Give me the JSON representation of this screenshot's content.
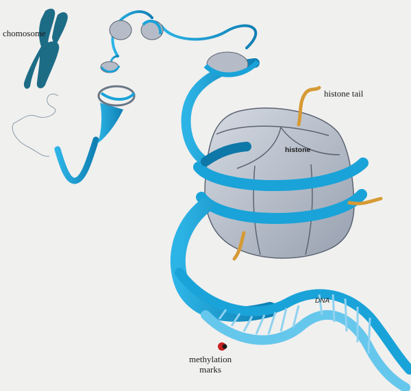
{
  "labels": {
    "chromosome": "chomosome",
    "histone_tail": "histone tail",
    "histone": "histone",
    "dna": "DNA",
    "methylation_line1": "methylation",
    "methylation_line2": "marks"
  },
  "colors": {
    "background": "#f0f0ef",
    "dna_blue": "#1aa3d8",
    "dna_blue_dark": "#0e78a8",
    "chromosome": "#1d6c86",
    "histone_gray": "#b5bcc8",
    "histone_tail": "#d69a35",
    "methyl_mark": "#c8201e"
  },
  "icons": [
    "chromosome-icon",
    "nucleosome-icon",
    "dna-helix-icon",
    "methyl-mark-icon"
  ]
}
